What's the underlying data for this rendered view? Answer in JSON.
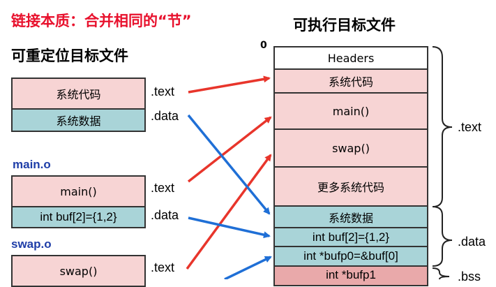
{
  "title": "链接本质：合并相同的“节”",
  "relocatable_heading": "可重定位目标文件",
  "executable_heading": "可执行目标文件",
  "zero_label": "0",
  "left": {
    "system_text": "系统代码",
    "system_data": "系统数据",
    "main_label": "main.o",
    "main_text": "main()",
    "main_data": "int  buf[2]={1,2}",
    "swap_label": "swap.o",
    "swap_text": "swap()",
    "sections": {
      "text1": ".text",
      "data1": ".data",
      "text2": ".text",
      "data2": ".data",
      "text3": ".text"
    }
  },
  "right": {
    "headers": "Headers",
    "system_text": "系统代码",
    "main": "main()",
    "swap": "swap()",
    "more_system": "更多系统代码",
    "system_data": "系统数据",
    "buf": "int buf[2]={1,2}",
    "bufp0": "int  *bufp0=&buf[0]",
    "bufp1": "int *bufp1"
  },
  "brackets": {
    "text": ".text",
    "data": ".data",
    "bss": ".bss"
  },
  "colors": {
    "arrow_red": "#e8352b",
    "arrow_blue": "#1f6fd6",
    "title_red": "#e8112d",
    "label_blue": "#1f3ea8"
  }
}
